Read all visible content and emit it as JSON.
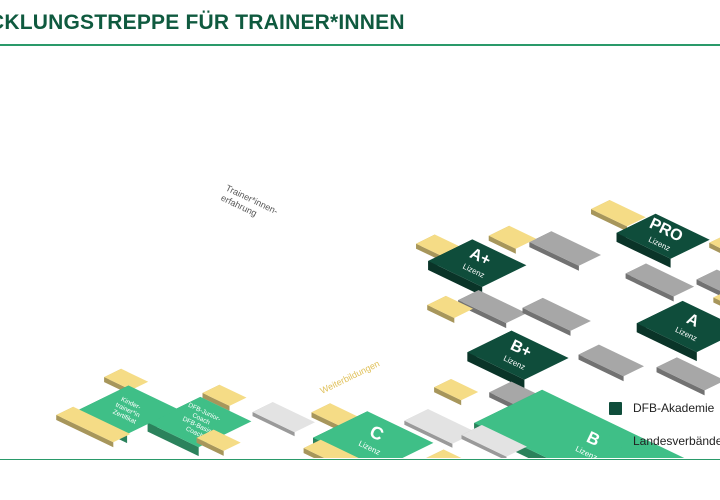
{
  "header": {
    "title": "CKLUNGSTREPPE FÜR TRAINER*INNEN"
  },
  "colors": {
    "dfb": "#0f4d3b",
    "lv": "#3fbf87",
    "pad": "#f5dc86",
    "step": "#a7a7a7",
    "step_light": "#e3e3e3",
    "text_dark": "#ffffff",
    "annotation": "#e0c15a"
  },
  "diagram": {
    "blocks": [
      {
        "id": "pro",
        "label": "PRO",
        "sublabel": "Lizenz",
        "org": "dfb"
      },
      {
        "id": "a-plus",
        "label": "A+",
        "sublabel": "Lizenz",
        "org": "dfb"
      },
      {
        "id": "a",
        "label": "A",
        "sublabel": "Lizenz",
        "org": "dfb"
      },
      {
        "id": "b-plus",
        "label": "B+",
        "sublabel": "Lizenz",
        "org": "dfb"
      },
      {
        "id": "b",
        "label": "B",
        "sublabel": "Lizenz",
        "org": "lv"
      },
      {
        "id": "c",
        "label": "C",
        "sublabel": "Lizenz",
        "org": "lv"
      },
      {
        "id": "kinder",
        "label": "",
        "sublabel": "Kinder-\ntrainer*in\nZertifikat",
        "org": "lv"
      },
      {
        "id": "junior",
        "label": "",
        "sublabel": "DFB-Junior-\nCoach\nDFB-Basis-\nCoach",
        "org": "lv"
      }
    ],
    "annotations": {
      "experience": "Trainer*innen-\nerfahrung",
      "training": "Weiterbildungen"
    }
  },
  "legend": [
    {
      "label": "DFB-Akademie",
      "color": "#0f4d3b"
    },
    {
      "label": "Landesverbände",
      "color": "#3fbf87"
    }
  ]
}
